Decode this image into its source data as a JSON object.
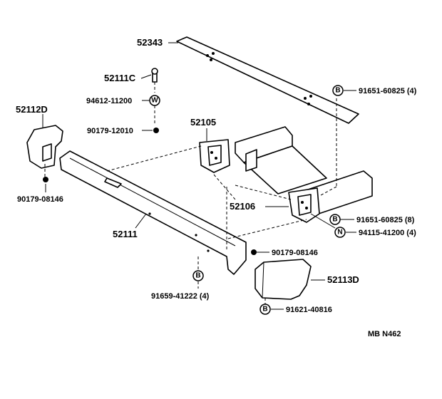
{
  "labels": {
    "p52343": "52343",
    "p52111C": "52111C",
    "p94612": "94612-11200",
    "p90179_12010": "90179-12010",
    "p52112D": "52112D",
    "p90179_08146_left": "90179-08146",
    "p52105": "52105",
    "p91651_4": "91651-60825 (4)",
    "p52106": "52106",
    "p91651_8": "91651-60825 (8)",
    "p94115": "94115-41200 (4)",
    "p52111": "52111",
    "p90179_08146_right": "90179-08146",
    "p52113D": "52113D",
    "p91659": "91659-41222 (4)",
    "p91621": "91621-40816",
    "code": "MB  N462"
  },
  "symbols": {
    "bolt": "B",
    "washer": "W",
    "nut": "N"
  }
}
